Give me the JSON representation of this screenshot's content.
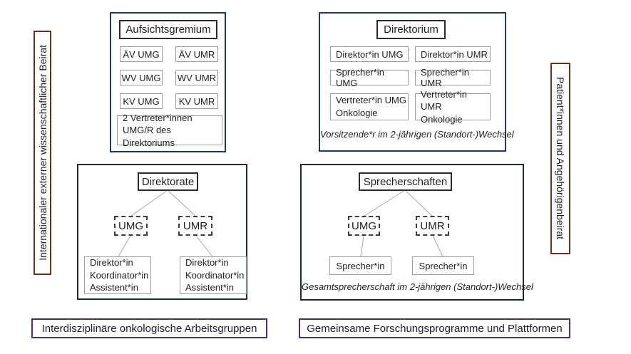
{
  "colors": {
    "navy_border": "#1f3864",
    "green_border": "#1d2f20",
    "brown_border": "#63301f",
    "purple_border": "#4a2a7c",
    "gray_box_border": "#9c9c9c",
    "connector_line": "#9fabbc",
    "text": "#1f1f1f"
  },
  "left_sidebar": {
    "label": "Internationaler externer wissenschaftlicher Beirat"
  },
  "right_sidebar": {
    "label": "Patient*innen und Angehörigenbeirat"
  },
  "aufsichtsgremium": {
    "title": "Aufsichtsgremium",
    "members": [
      "ÄV UMG",
      "ÄV UMR",
      "WV UMG",
      "WV UMR",
      "KV UMG",
      "KV UMR"
    ],
    "note_lines": [
      "2 Vertreter*innen",
      "UMG/R des Direktoriums"
    ]
  },
  "direktorium": {
    "title": "Direktorium",
    "members": [
      "Direktor*in UMG",
      "Direktor*in UMR",
      "Sprecher*in UMG",
      "Sprecher*in UMR"
    ],
    "vertreter_umg": [
      "Vertreter*in UMG",
      "Onkologie"
    ],
    "vertreter_umr": [
      "Vertreter*in UMR",
      "Onkologie"
    ],
    "note": "Vorsitzende*r im 2-jährigen (Standort-)Wechsel"
  },
  "direktorate": {
    "title": "Direktorate",
    "sites": [
      "UMG",
      "UMR"
    ],
    "roles": [
      "Direktor*in",
      "Koordinator*in",
      "Assistent*in"
    ]
  },
  "sprecherschaften": {
    "title": "Sprecherschaften",
    "sites": [
      "UMG",
      "UMR"
    ],
    "role": "Sprecher*in",
    "note": "Gesamtsprecherschaft im 2-jährigen (Standort-)Wechsel"
  },
  "bottom_left": {
    "label": "Interdisziplinäre onkologische Arbeitsgruppen"
  },
  "bottom_right": {
    "label": "Gemeinsame Forschungsprogramme und Plattformen"
  }
}
